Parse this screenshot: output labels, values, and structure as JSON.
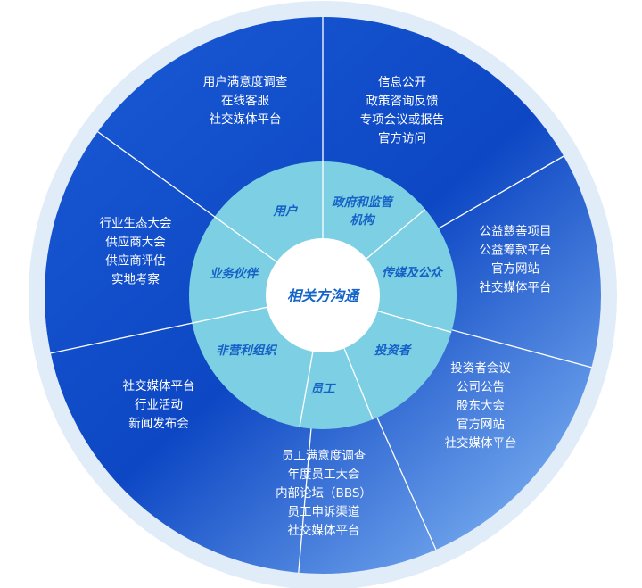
{
  "center": {
    "label": "相关方沟通"
  },
  "colors": {
    "halo": "#e1ecf9",
    "outer_dark": "#0d47c4",
    "outer_light": "#5f9cec",
    "inner_ring": "#7dd0e3",
    "separator": "#ffffff",
    "inner_text": "#1561c7",
    "center_fill": "#ffffff"
  },
  "stakeholders": [
    {
      "name": "用户",
      "channels": [
        "用户满意度调查",
        "在线客服",
        "社交媒体平台"
      ]
    },
    {
      "name": "政府和监管机构",
      "name_lines": [
        "政府和监管",
        "机构"
      ],
      "channels": [
        "信息公开",
        "政策咨询反馈",
        "专项会议或报告",
        "官方访问"
      ]
    },
    {
      "name": "传媒及公众",
      "channels": [
        "公益慈善项目",
        "公益筹款平台",
        "官方网站",
        "社交媒体平台"
      ]
    },
    {
      "name": "投资者",
      "channels": [
        "投资者会议",
        "公司公告",
        "股东大会",
        "官方网站",
        "社交媒体平台"
      ]
    },
    {
      "name": "员工",
      "channels": [
        "员工满意度调查",
        "年度员工大会",
        "内部论坛（BBS）",
        "员工申诉渠道",
        "社交媒体平台"
      ]
    },
    {
      "name": "非营利组织",
      "channels": [
        "社交媒体平台",
        "行业活动",
        "新闻发布会"
      ]
    },
    {
      "name": "业务伙伴",
      "channels": [
        "行业生态大会",
        "供应商大会",
        "供应商评估",
        "实地考察"
      ]
    }
  ]
}
